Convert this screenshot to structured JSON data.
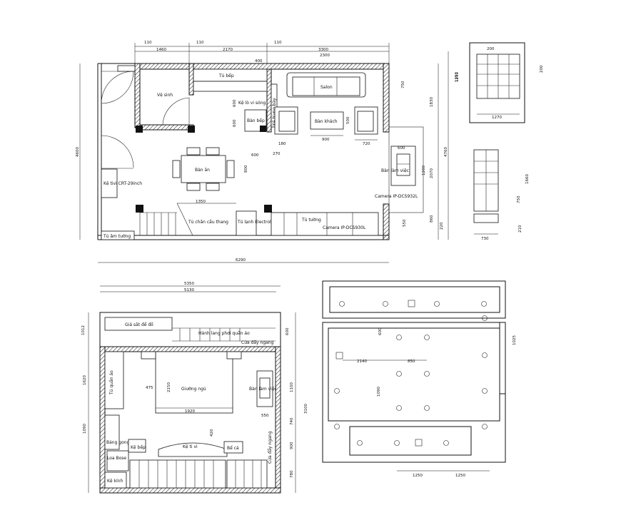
{
  "ground_floor": {
    "rooms": {
      "ve_sinh": "Vệ sinh",
      "tu_bep": "Tủ bếp",
      "salon": "Salon",
      "ke_lo_vi_song": "Kệ lò vi sóng",
      "ban_bep": "Bàn bếp",
      "ke_treo_tuong": "Kệ trưng bày",
      "ban_khach": "Bàn khách",
      "ban_an": "Bàn ăn",
      "ke_tivi": "Kệ tivi CRT-29inch",
      "ban_lam_viec": "Bàn làm việc",
      "camera_1": "Camera IP-DCS932L",
      "camera_2": "Camera IP-DCS930L",
      "tu_chan_cau_thang": "Tủ chân cầu thang",
      "tu_lanh": "Tủ lạnh Electrolux",
      "tu_tuong": "Tủ tường",
      "tu_am_tuong": "Tủ âm tường"
    },
    "dims": {
      "top_110a": "110",
      "top_1460": "1460",
      "top_110b": "110",
      "top_2170": "2170",
      "top_110c": "110",
      "top_3300": "3300",
      "top_2300": "2300",
      "d_400": "400",
      "d_750": "750",
      "d_600a": "600",
      "d_600b": "600",
      "d_180": "180",
      "d_270": "270",
      "d_600c": "600",
      "d_800": "800",
      "d_500": "500",
      "d_900": "900",
      "d_720": "720",
      "d_600d": "600",
      "d_1200": "1200",
      "d_2070": "2070",
      "d_1250": "1250",
      "d_1830": "1830",
      "d_4760": "4760",
      "d_860": "860",
      "d_220": "220",
      "d_550": "550",
      "d_4600": "4600",
      "d_1350": "1350",
      "bottom_6290": "6290"
    }
  },
  "cabinet": {
    "dims": {
      "w200": "200",
      "h200": "200",
      "h1250": "1250",
      "w1270": "1270",
      "h1660": "1660",
      "h750": "750",
      "h210": "210",
      "w730": "730"
    }
  },
  "upper_floor": {
    "rooms": {
      "gia_sat": "Giá sắt để đồ",
      "hanh_lang": "Hành lang phơi quần áo",
      "cua_day": "Cửa đẩy ngang",
      "tu_quan_ao": "Tủ quần áo",
      "giuong_ngu": "Giường ngủ",
      "ban_lam_viec": "Bàn làm việc",
      "bang_gong": "Bảng gong",
      "ke_bep": "Kệ bếp",
      "loa": "Loa Bose",
      "ke_tivi": "Kệ ti vi",
      "be_ca": "Bể cá",
      "cua_day2": "Cửa đẩy ngang",
      "ke_kinh": "Kệ kính"
    },
    "dims": {
      "w5350": "5350",
      "w5130": "5130",
      "h1012": "1012",
      "h600": "600",
      "h1620": "1620",
      "h1090": "1090",
      "d475": "475",
      "d2150": "2150",
      "d1920": "1920",
      "d550": "550",
      "d420": "420",
      "h1100": "1100",
      "h3100": "3100",
      "h740": "740",
      "h900": "900",
      "h780": "780"
    }
  },
  "ceiling": {
    "dims": {
      "d600": "600",
      "d2140": "2140",
      "d850": "850",
      "d1090": "1090",
      "d1025": "1025",
      "d1250a": "1250",
      "d1250b": "1250"
    }
  }
}
